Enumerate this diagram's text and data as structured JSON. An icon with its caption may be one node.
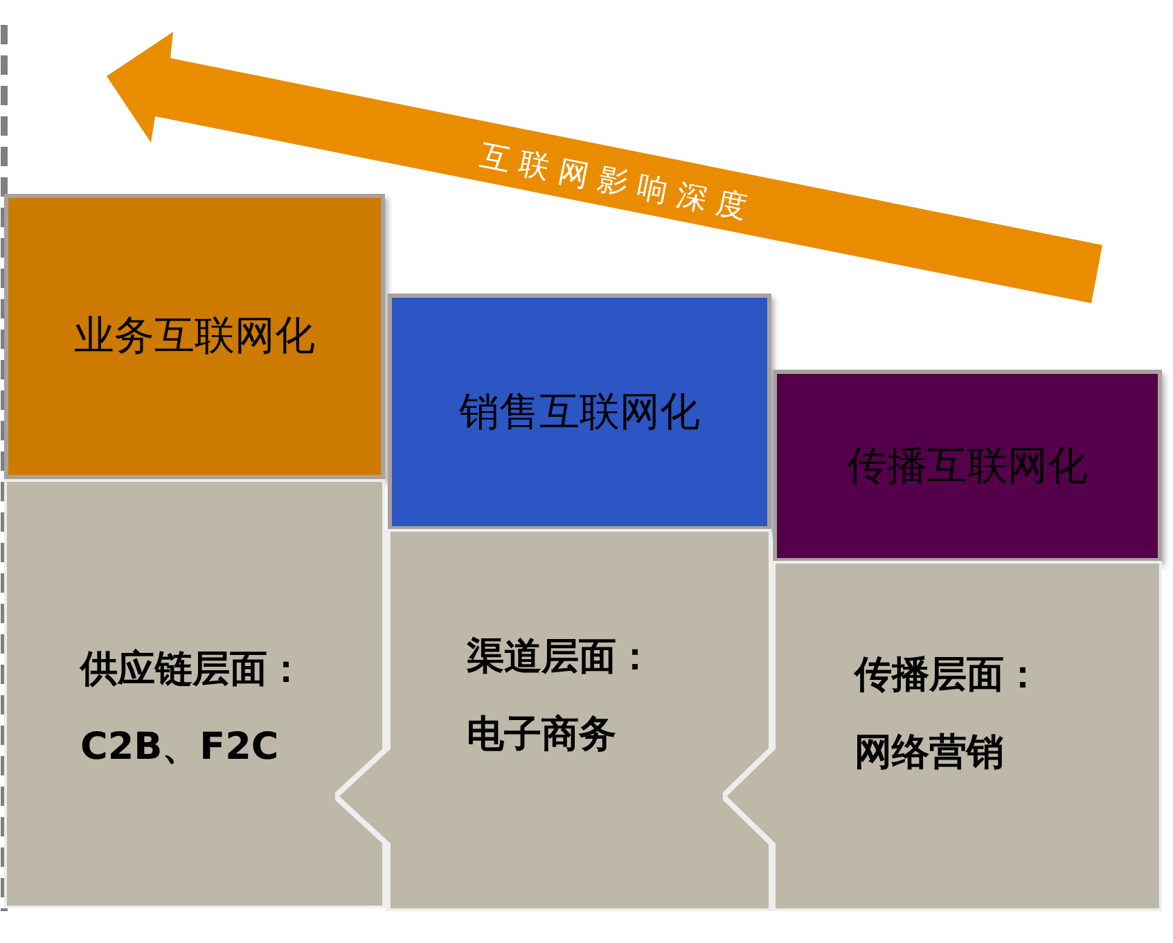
{
  "diagram": {
    "nodes": [
      {
        "text": [
          "业务互联网化"
        ]
      },
      {
        "text": [
          "供应链层面：",
          "C2B、F2C"
        ]
      },
      {
        "text": [
          "销售互联网化"
        ]
      },
      {
        "text": [
          "渠道层面：",
          "电子商务"
        ]
      },
      {
        "text": [
          "传播互联网化"
        ]
      },
      {
        "text": [
          "传播层面：",
          "网络营销"
        ]
      }
    ],
    "labels": [
      "互联网影响深度"
    ]
  }
}
